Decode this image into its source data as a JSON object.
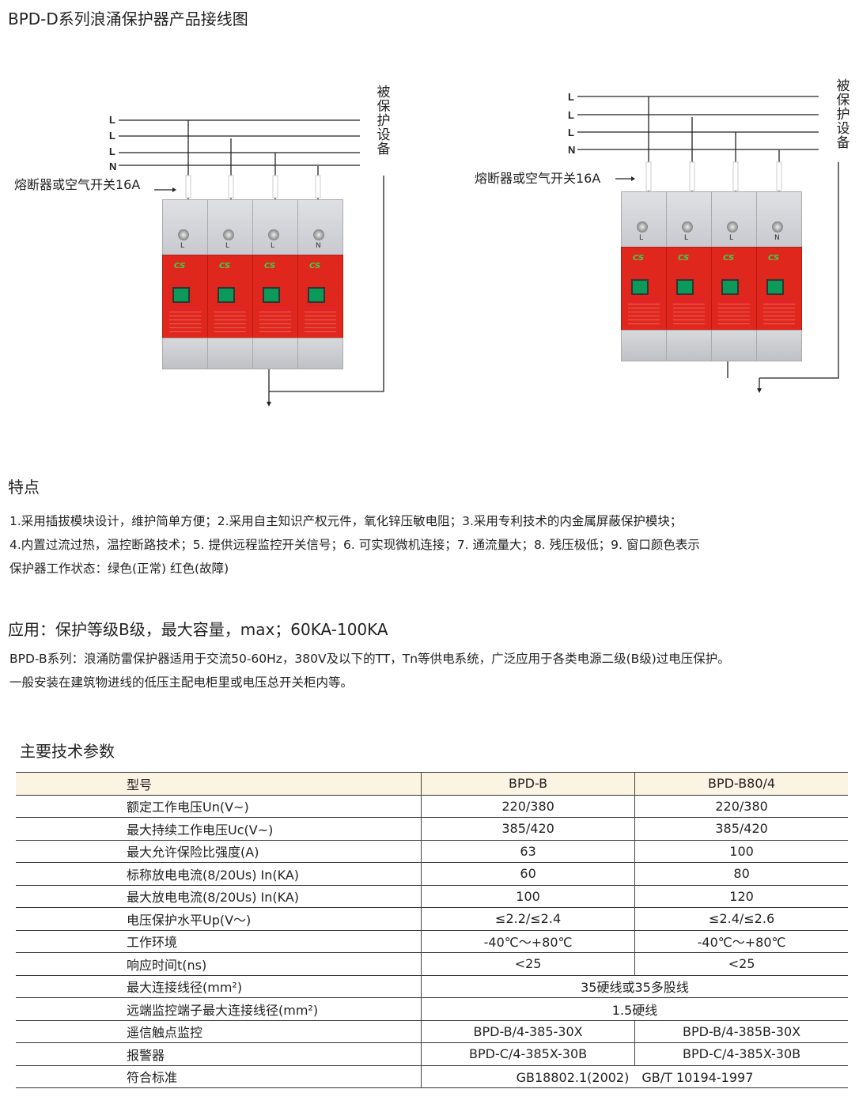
{
  "title": "BPD-D系列浪涌保护器产品接线图",
  "diagram": {
    "lines": [
      "L",
      "L",
      "L",
      "N"
    ],
    "protected_device": "被保护设备",
    "fuse_label": "熔断器或空气开关16A",
    "module_terminals": [
      "L",
      "L",
      "L",
      "N"
    ],
    "module_logo": "CS"
  },
  "features": {
    "heading": "特点",
    "lines": [
      "1.采用插拔模块设计，维护简单方便；2.采用自主知识产权元件，氧化锌压敏电阻；3.采用专利技术的内金属屏蔽保护模块；",
      "4.内置过流过热，温控断路技术；5. 提供远程监控开关信号；6. 可实现微机连接；7. 通流量大；8. 残压极低；9. 窗口颜色表示",
      "保护器工作状态：绿色(正常) 红色(故障)"
    ]
  },
  "application": {
    "heading": "应用：保护等级B级，最大容量，max；60KA-100KA",
    "lines": [
      "BPD-B系列：浪涌防雷保护器适用于交流50-60Hz，380V及以下的TT，Tn等供电系统，广泛应用于各类电源二级(B级)过电压保护。",
      "一般安装在建筑物进线的低压主配电柜里或电压总开关柜内等。"
    ]
  },
  "specs": {
    "heading": "主要技术参数",
    "header": [
      "型号",
      "BPD-B",
      "BPD-B80/4"
    ],
    "rows": [
      [
        "额定工作电压Un(V~)",
        "220/380",
        "220/380"
      ],
      [
        "最大持续工作电压Uc(V~)",
        "385/420",
        "385/420"
      ],
      [
        "最大允许保险比强度(A)",
        "63",
        "100"
      ],
      [
        "标称放电电流(8/20Us) In(KA)",
        "60",
        "80"
      ],
      [
        "最大放电电流(8/20Us) In(KA)",
        "100",
        "120"
      ],
      [
        "电压保护水平Up(V～)",
        "≤2.2/≤2.4",
        "≤2.4/≤2.6"
      ],
      [
        "工作环境",
        "-40℃～+80℃",
        "-40℃～+80℃"
      ],
      [
        "响应时间t(ns)",
        "<25",
        "<25"
      ]
    ],
    "merged_rows": [
      [
        "最大连接线径(mm²)",
        "35硬线或35多股线"
      ],
      [
        "远端监控端子最大连接线径(mm²)",
        "1.5硬线"
      ]
    ],
    "rows2": [
      [
        "遥信触点监控",
        "BPD-B/4-385-30X",
        "BPD-B/4-385B-30X"
      ],
      [
        "报警器",
        "BPD-C/4-385X-30B",
        "BPD-C/4-385X-30B"
      ]
    ],
    "standard": [
      "符合标准",
      "GB18802.1(2002)　GB/T 10194-1997"
    ]
  }
}
